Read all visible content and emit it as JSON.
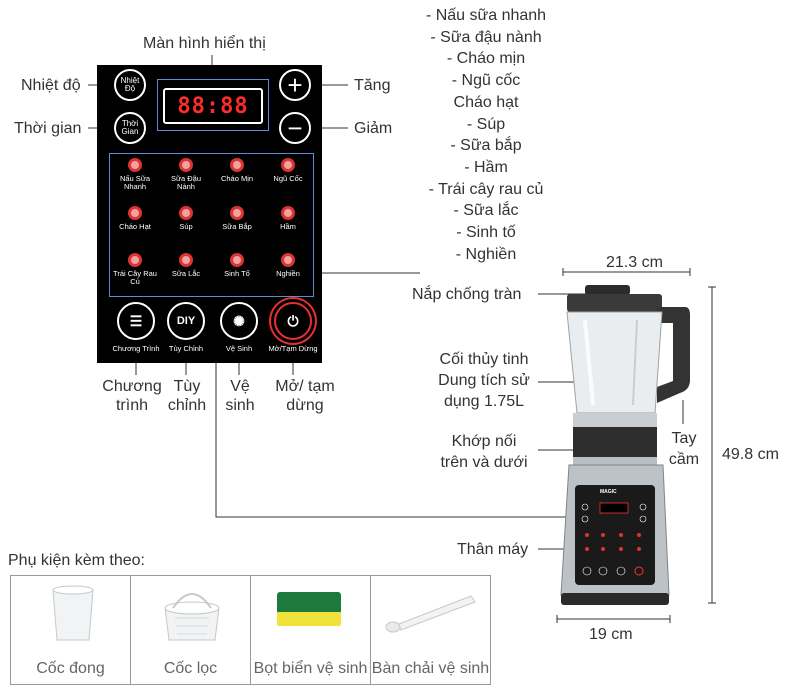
{
  "panel": {
    "btn_temp": "Nhiệt Độ",
    "btn_time": "Thời Gian",
    "display_digits": "88:88",
    "grid_items": [
      {
        "label": "Nấu Sữa Nhanh"
      },
      {
        "label": "Sữa Đậu Nành"
      },
      {
        "label": "Cháo Mịn"
      },
      {
        "label": "Ngũ Cốc"
      },
      {
        "label": "Cháo Hạt"
      },
      {
        "label": "Súp"
      },
      {
        "label": "Sữa Bắp"
      },
      {
        "label": "Hầm"
      },
      {
        "label": "Trái Cây Rau Củ"
      },
      {
        "label": "Sữa Lắc"
      },
      {
        "label": "Sinh Tố"
      },
      {
        "label": "Nghiền"
      }
    ],
    "bottom_buttons": [
      {
        "label": "Chương Trình"
      },
      {
        "label": "Tùy Chỉnh",
        "text": "DIY"
      },
      {
        "label": "Vệ Sinh"
      },
      {
        "label": "Mở/Tạm Dừng"
      }
    ]
  },
  "callouts": {
    "display": "Màn hình hiển thị",
    "temp": "Nhiệt độ",
    "time": "Thời gian",
    "increase": "Tăng",
    "decrease": "Giảm",
    "program": "Chương trình",
    "custom": "Tùy chỉnh",
    "clean": "Vệ sinh",
    "start_pause": "Mở/ tạm dừng"
  },
  "programs": [
    "- Nấu sữa nhanh",
    "- Sữa đậu nành",
    "- Cháo mịn",
    "- Ngũ cốc",
    "Cháo hạt",
    "- Súp",
    "- Sữa bắp",
    "- Hầm",
    "- Trái cây rau củ",
    "- Sữa lắc",
    "- Sinh tố",
    "- Nghiền"
  ],
  "blender": {
    "width": "21.3 cm",
    "height": "49.8 cm",
    "depth": "19 cm",
    "lid": "Nắp chống tràn",
    "jar": "Cối thủy tinh Dung tích sử dụng 1.75L",
    "joint": "Khớp nối trên và dưới",
    "handle": "Tay cầm",
    "body": "Thân máy",
    "brand": "MAGIC"
  },
  "accessories": {
    "title": "Phụ kiện kèm theo:",
    "items": [
      {
        "label": "Cốc đong"
      },
      {
        "label": "Cốc lọc"
      },
      {
        "label": "Bọt biển vệ sinh"
      },
      {
        "label": "Bàn chải vệ sinh"
      }
    ]
  }
}
